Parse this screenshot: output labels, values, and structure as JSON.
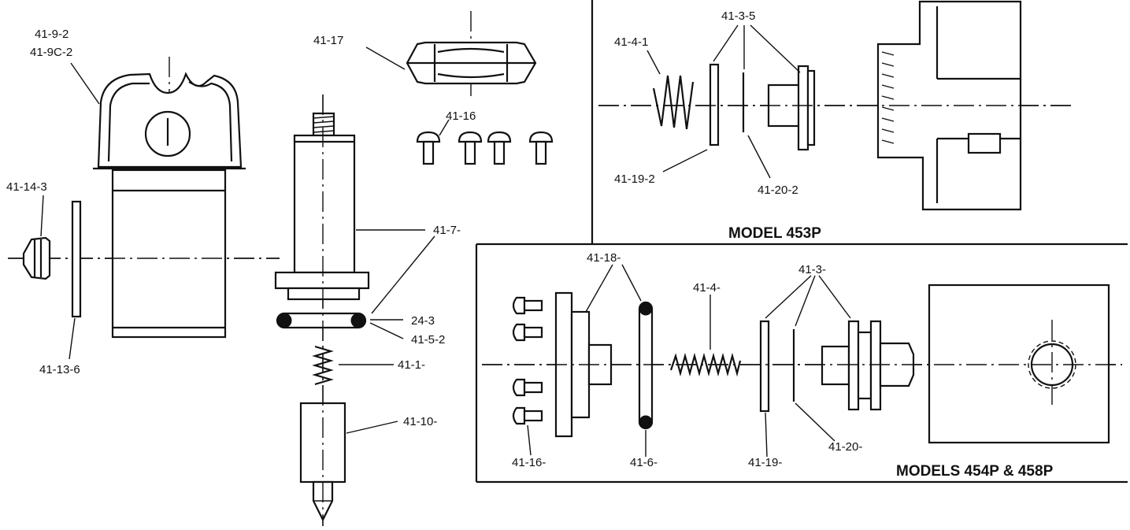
{
  "labels": {
    "cap_a": "41-9-2",
    "cap_b": "41-9C-2",
    "nut_left": "41-14-3",
    "washer_left": "41-13-6",
    "locknut": "41-17",
    "screws_top": "41-16",
    "body_oring": "41-7-",
    "oring_a": "24-3",
    "oring_b": "41-5-2",
    "spring_small": "41-1-",
    "stem": "41-10-",
    "spring_453": "41-4-1",
    "valve_453": "41-3-5",
    "washer_453": "41-19-2",
    "disc_453": "41-20-2",
    "flange": "41-18-",
    "spring_454": "41-4-",
    "valve_454": "41-3-",
    "screws_454": "41-16-",
    "oring_454": "41-6-",
    "washer_454": "41-19-",
    "disc_454": "41-20-"
  },
  "titles": {
    "model_453": "MODEL 453P",
    "model_454": "MODELS 454P & 458P"
  },
  "colors": {
    "ink": "#111111",
    "paper": "#ffffff"
  }
}
